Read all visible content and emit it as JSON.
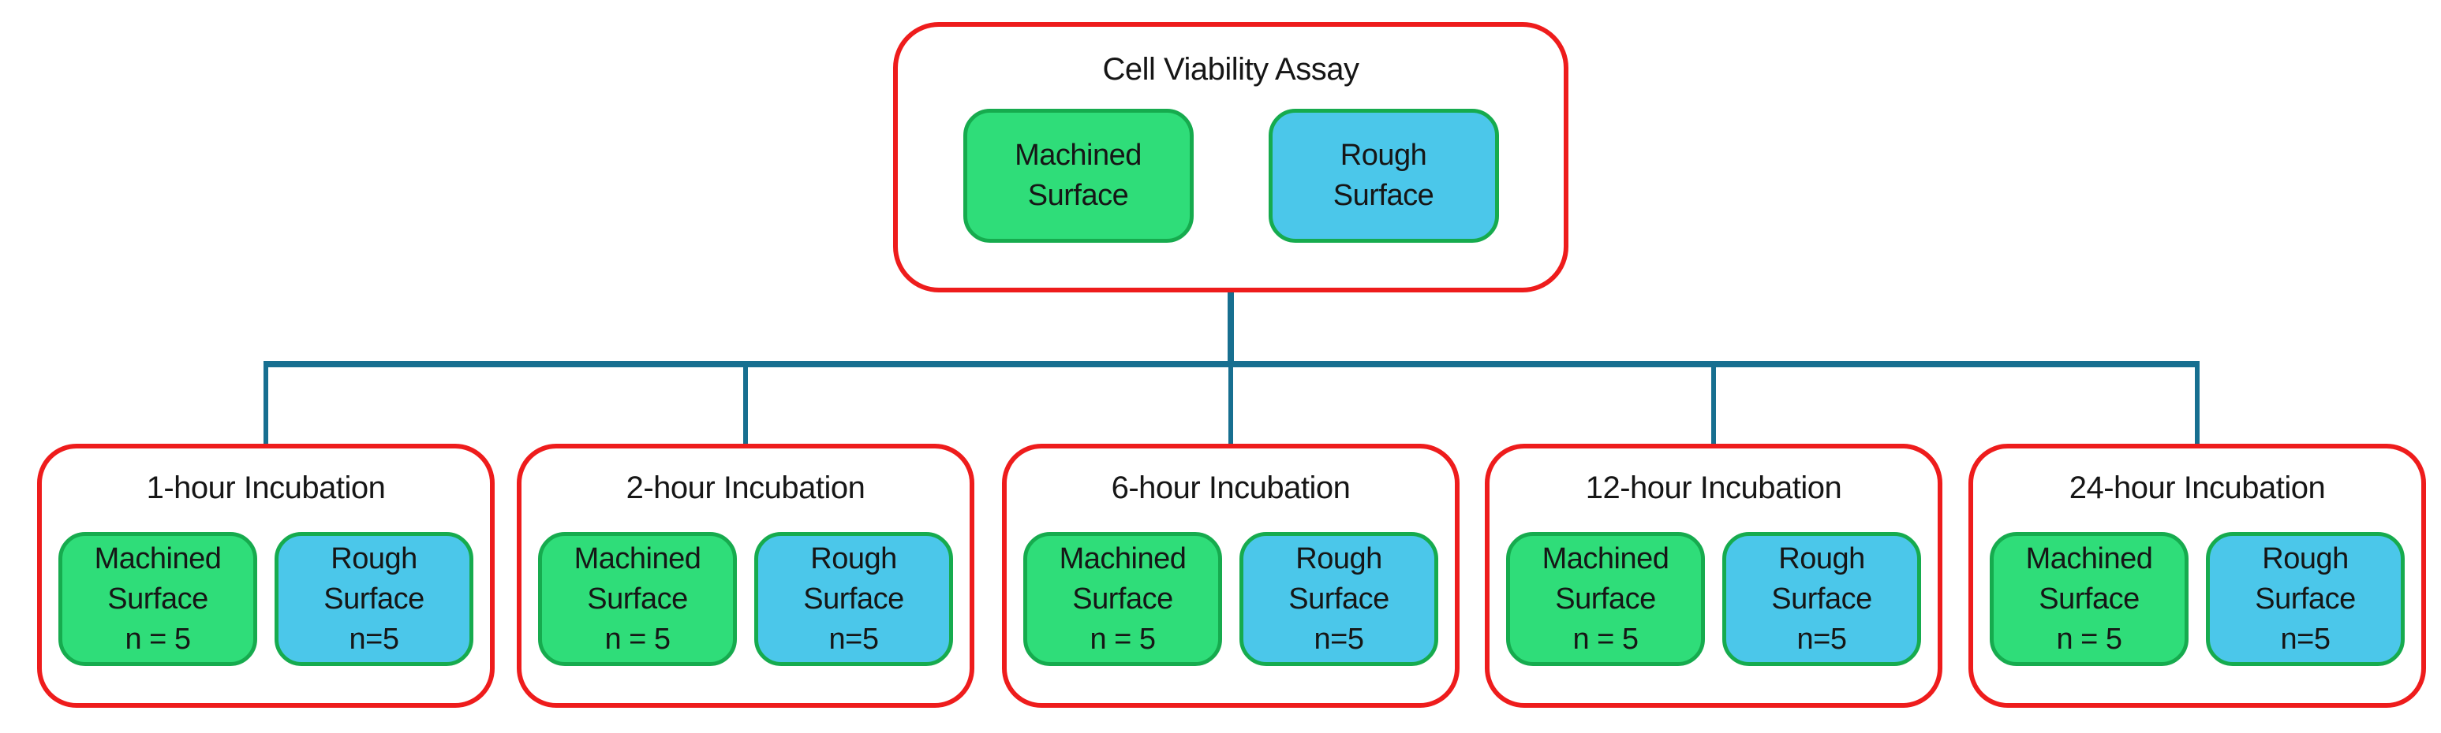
{
  "root_node": {
    "title": "Cell Viability Assay",
    "machined_label": "Machined\nSurface",
    "rough_label": "Rough\nSurface"
  },
  "children": [
    {
      "title": "1-hour Incubation",
      "machined_label": "Machined\nSurface\nn = 5",
      "rough_label": "Rough\nSurface\nn=5"
    },
    {
      "title": "2-hour Incubation",
      "machined_label": "Machined\nSurface\nn = 5",
      "rough_label": "Rough\nSurface\nn=5"
    },
    {
      "title": "6-hour Incubation",
      "machined_label": "Machined\nSurface\nn = 5",
      "rough_label": "Rough\nSurface\nn=5"
    },
    {
      "title": "12-hour Incubation",
      "machined_label": "Machined\nSurface\nn = 5",
      "rough_label": "Rough\nSurface\nn=5"
    },
    {
      "title": "24-hour Incubation",
      "machined_label": "Machined\nSurface\nn = 5",
      "rough_label": "Rough\nSurface\nn=5"
    }
  ],
  "colors": {
    "node_border": "#ee1c1c",
    "box_border": "#16ab4e",
    "machined_fill": "#2fdd79",
    "rough_fill": "#4bc7ea",
    "connector": "#176f90",
    "text_color": "#161616",
    "canvas_bg": "#ffffff"
  }
}
